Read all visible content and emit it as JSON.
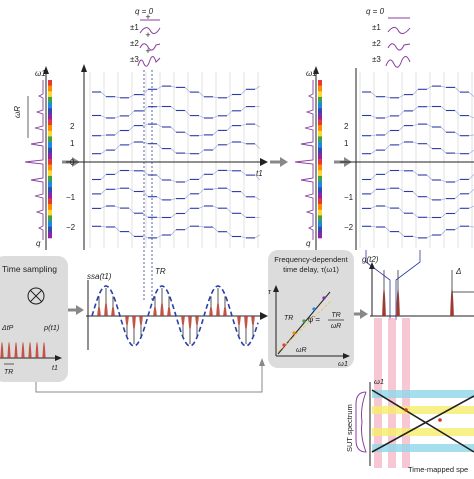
{
  "colors": {
    "purple": "#8a3fa0",
    "blue": "#2a3aa8",
    "dash_blue": "#2b3fa8",
    "red": "#c0392b",
    "pink_band": "#f4b6c4",
    "yellow_band": "#f6ec6a",
    "cyan_band": "#8fd7ea",
    "box_gray": "#dcdcdc"
  },
  "icons": [
    "otimes-icon",
    "arrow-right-icon",
    "arrow-down-icon"
  ],
  "modes": {
    "q0": "q = 0",
    "q1": "±1",
    "q2": "±2",
    "q3": "±3"
  },
  "axes": {
    "omega1": "ω1",
    "omegaR": "ωR",
    "t1": "t1",
    "q": "q",
    "tau": "τ",
    "TR": "TR",
    "ticks": [
      "2",
      "1",
      "0",
      "−1",
      "−2"
    ]
  },
  "panels": {
    "time_sampling": {
      "title": "Time sampling",
      "p_label": "p(t1)",
      "t_label": "t1",
      "TR": "TR",
      "Np": "ΔtP"
    },
    "sampled_signal": {
      "label": "ssa(t1)",
      "TR": "TR"
    },
    "delay_box": {
      "title": "Frequency-dependent",
      "subtitle": "time delay, τ(ω1)",
      "formula_lhs": "φ̈ =",
      "formula_num": "TR",
      "formula_den": "ωR",
      "tau": "τ",
      "omega1": "ω1",
      "TR": "TR",
      "omegaR": "ωR"
    },
    "output": {
      "label": "g(t2)",
      "delta": "Δ"
    },
    "spectrum": {
      "ylabel": "SUT spectrum",
      "omega1": "ω1"
    },
    "footer": "Time-mapped spe"
  }
}
